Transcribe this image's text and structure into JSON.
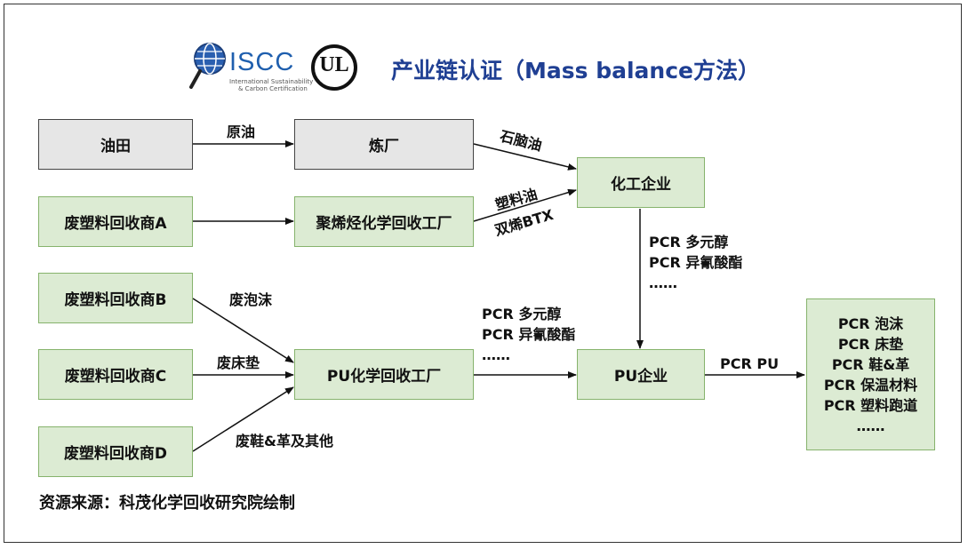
{
  "title": "产业链认证（Mass balance方法）",
  "logos": {
    "iscc_name": "ISCC",
    "iscc_line1": "International Sustainability",
    "iscc_line2": "& Carbon Certification",
    "ul_mark": "UL"
  },
  "nodes": {
    "oilfield": "油田",
    "refinery": "炼厂",
    "chem_company": "化工企业",
    "recycler_a": "废塑料回收商A",
    "polyolefin_plant": "聚烯烃化学回收工厂",
    "recycler_b": "废塑料回收商B",
    "recycler_c": "废塑料回收商C",
    "recycler_d": "废塑料回收商D",
    "pu_plant": "PU化学回收工厂",
    "pu_company": "PU企业"
  },
  "products": [
    "PCR 泡沫",
    "PCR 床垫",
    "PCR 鞋&革",
    "PCR 保温材料",
    "PCR 塑料跑道",
    "……"
  ],
  "edge_labels": {
    "crude": "原油",
    "naphtha": "石脑油",
    "plastic_oil": "塑料油",
    "diene_btx": "双烯BTX",
    "chem_out": [
      "PCR 多元醇",
      "PCR 异氰酸酯",
      "……"
    ],
    "waste_foam": "废泡沫",
    "waste_mattress": "废床垫",
    "waste_shoes": "废鞋&革及其他",
    "pu_plant_out": [
      "PCR 多元醇",
      "PCR 异氰酸酯",
      "……"
    ],
    "pcr_pu": "PCR PU"
  },
  "source": "资源来源：科茂化学回收研究院绘制"
}
